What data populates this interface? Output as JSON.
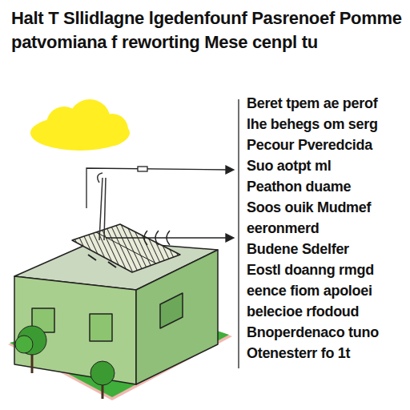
{
  "diagram": {
    "title": "Halt T Sllidlagne lgedenfounf Pasrenoef Pomme patvomiana f reworting Mese cenpl tu",
    "labels": [
      "Beret tpem ae perof",
      "lhe behegs om serg",
      "Pecour Pveredcida",
      "Suo aotpt ml",
      "Peathon duame",
      "Soos ouik Mudmef",
      "eeronmerd",
      "Budene Sdelfer",
      "Eostl doanng rmgd",
      "eence fiom apoloei",
      "belecioe rfodoud",
      "Bnoperdenaco tuno",
      "Otenesterr fo 1t"
    ]
  }
}
